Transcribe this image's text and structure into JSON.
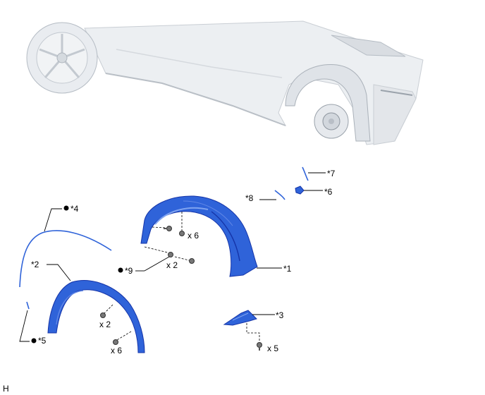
{
  "labels": {
    "p1": "*1",
    "p2": "*2",
    "p3": "*3",
    "p4": "*4",
    "p5": "*5",
    "p6": "*6",
    "p7": "*7",
    "p8": "*8",
    "p9": "*9"
  },
  "quantities": {
    "clips_liner": "x 6",
    "screws_liner": "x 2",
    "screws_moulding": "x 2",
    "clips_moulding": "x 6",
    "screws_mudguard": "x 5"
  },
  "corner_mark": "H",
  "colors": {
    "part_blue": "#2f63d9",
    "part_blue_dark": "#1534a8",
    "car_body": "#eceff2"
  }
}
